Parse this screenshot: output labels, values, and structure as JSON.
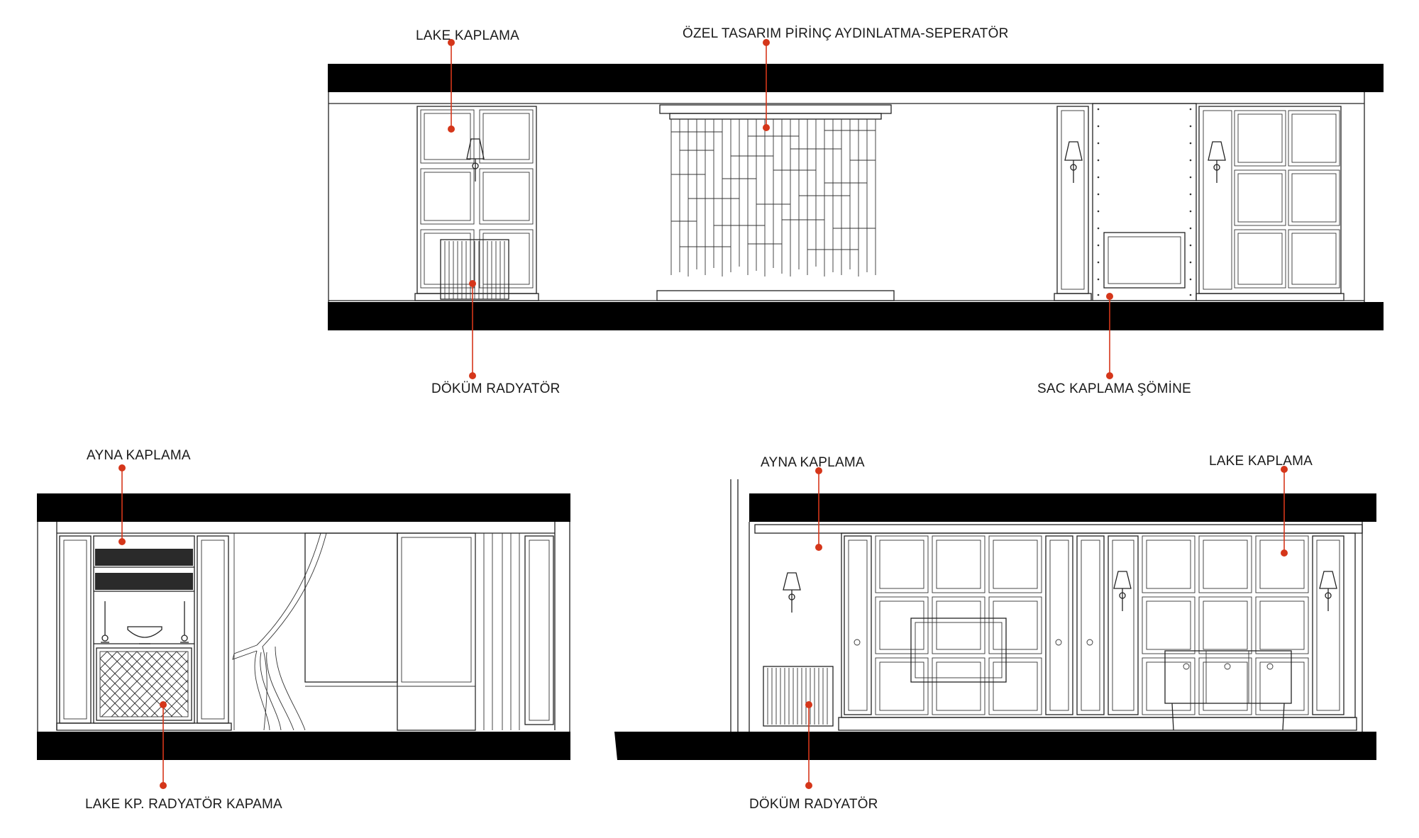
{
  "callouts": {
    "top_lake": "LAKE KAPLAMA",
    "top_separator": "ÖZEL TASARIM PİRİNÇ AYDINLATMA-SEPERATÖR",
    "top_radiator": "DÖKÜM RADYATÖR",
    "top_fireplace": "SAC KAPLAMA ŞÖMİNE",
    "left_mirror": "AYNA KAPLAMA",
    "left_radiator_cover": "LAKE KP. RADYATÖR KAPAMA",
    "right_mirror": "AYNA KAPLAMA",
    "right_lake": "LAKE KAPLAMA",
    "right_radiator": "DÖKÜM RADYATÖR"
  },
  "colors": {
    "callout_marker": "#d5361a",
    "slab": "#000000",
    "linework": "#222222"
  }
}
